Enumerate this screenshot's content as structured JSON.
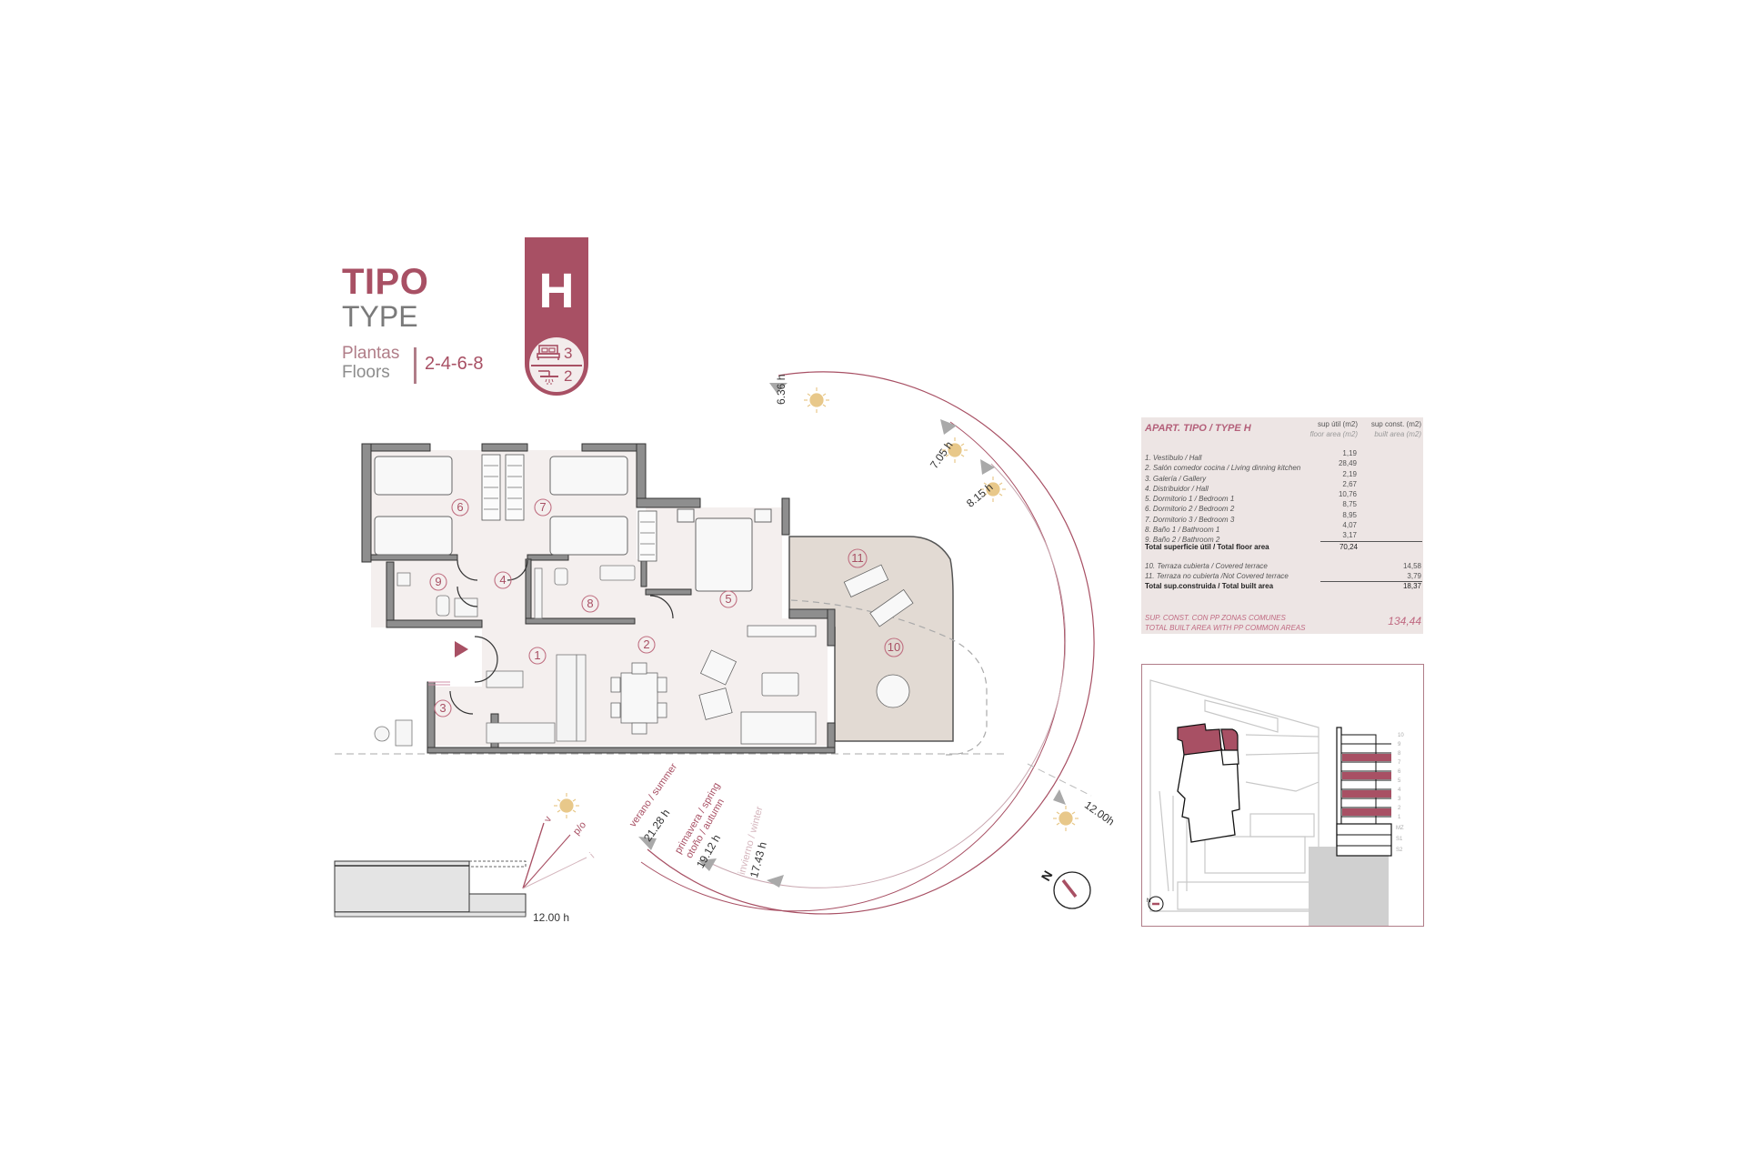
{
  "header": {
    "tipo": "TIPO",
    "type": "TYPE",
    "plantas": "Plantas",
    "floors": "Floors",
    "floor_list": "2-4-6-8"
  },
  "badge": {
    "letter": "H",
    "bedrooms": "3",
    "bathrooms": "2",
    "bed_icon": "bed-icon",
    "shower_icon": "shower-icon",
    "color": "#a85064"
  },
  "room_labels": [
    "1",
    "2",
    "3",
    "4",
    "5",
    "6",
    "7",
    "8",
    "9",
    "10",
    "11"
  ],
  "sun_path": {
    "times": {
      "t1": "6.36 h",
      "t2": "7.05 h",
      "t3": "8.15 h",
      "noon": "12.00h"
    },
    "seasons": {
      "summer": "verano / summer",
      "summer_time": "21.28 h",
      "spring": "primavera / spring",
      "autumn": "otoño / autumn",
      "spring_autumn_time": "19.12 h",
      "winter": "invierno / winter",
      "winter_time": "17.43 h"
    },
    "north_label": "N"
  },
  "section_diagram": {
    "ray_labels": [
      "v",
      "p/o",
      "i"
    ],
    "time": "12.00 h"
  },
  "areas_table": {
    "title": "APART. TIPO / TYPE H",
    "col1_header": "sup útil (m2)",
    "col1_sub": "floor area (m2)",
    "col2_header": "sup const. (m2)",
    "col2_sub": "built area (m2)",
    "rows": [
      {
        "label": "1. Vestíbulo / Hall",
        "floor": "1,19"
      },
      {
        "label": "2. Salón comedor cocina / Living dinning kitchen",
        "floor": "28,49"
      },
      {
        "label": "3. Galería / Gallery",
        "floor": "2,19"
      },
      {
        "label": "4. Distribuidor / Hall",
        "floor": "2,67"
      },
      {
        "label": "5. Dormitorio 1 / Bedroom 1",
        "floor": "10,76"
      },
      {
        "label": "6. Dormitorio 2 / Bedroom 2",
        "floor": "8,75"
      },
      {
        "label": "7. Dormitorio 3 / Bedroom 3",
        "floor": "8,95"
      },
      {
        "label": "8. Baño 1 / Bathroom 1",
        "floor": "4,07"
      },
      {
        "label": "9. Baño 2 / Bathroom 2",
        "floor": "3,17"
      }
    ],
    "total_floor_label": "Total superficie útil / Total floor area",
    "total_floor_value": "70,24",
    "terrace_rows": [
      {
        "label": "10. Terraza cubierta / Covered terrace",
        "built": "14,58"
      },
      {
        "label": "11. Terraza no cubierta /Not Covered terrace",
        "built": "3,79"
      }
    ],
    "total_built_label": "Total sup.construida / Total built area",
    "total_built_value": "18,37",
    "common_label_1": "SUP. CONST. CON PP ZONAS COMUNES",
    "common_label_2": "TOTAL BUILT AREA WITH PP COMMON AREAS",
    "common_value": "134,44"
  },
  "site_plan": {
    "levels": [
      "10",
      "9",
      "8",
      "7",
      "6",
      "5",
      "4",
      "3",
      "2",
      "1",
      "MZ",
      "S1",
      "S2"
    ],
    "north_label": "N",
    "highlight_color": "#a85064"
  }
}
